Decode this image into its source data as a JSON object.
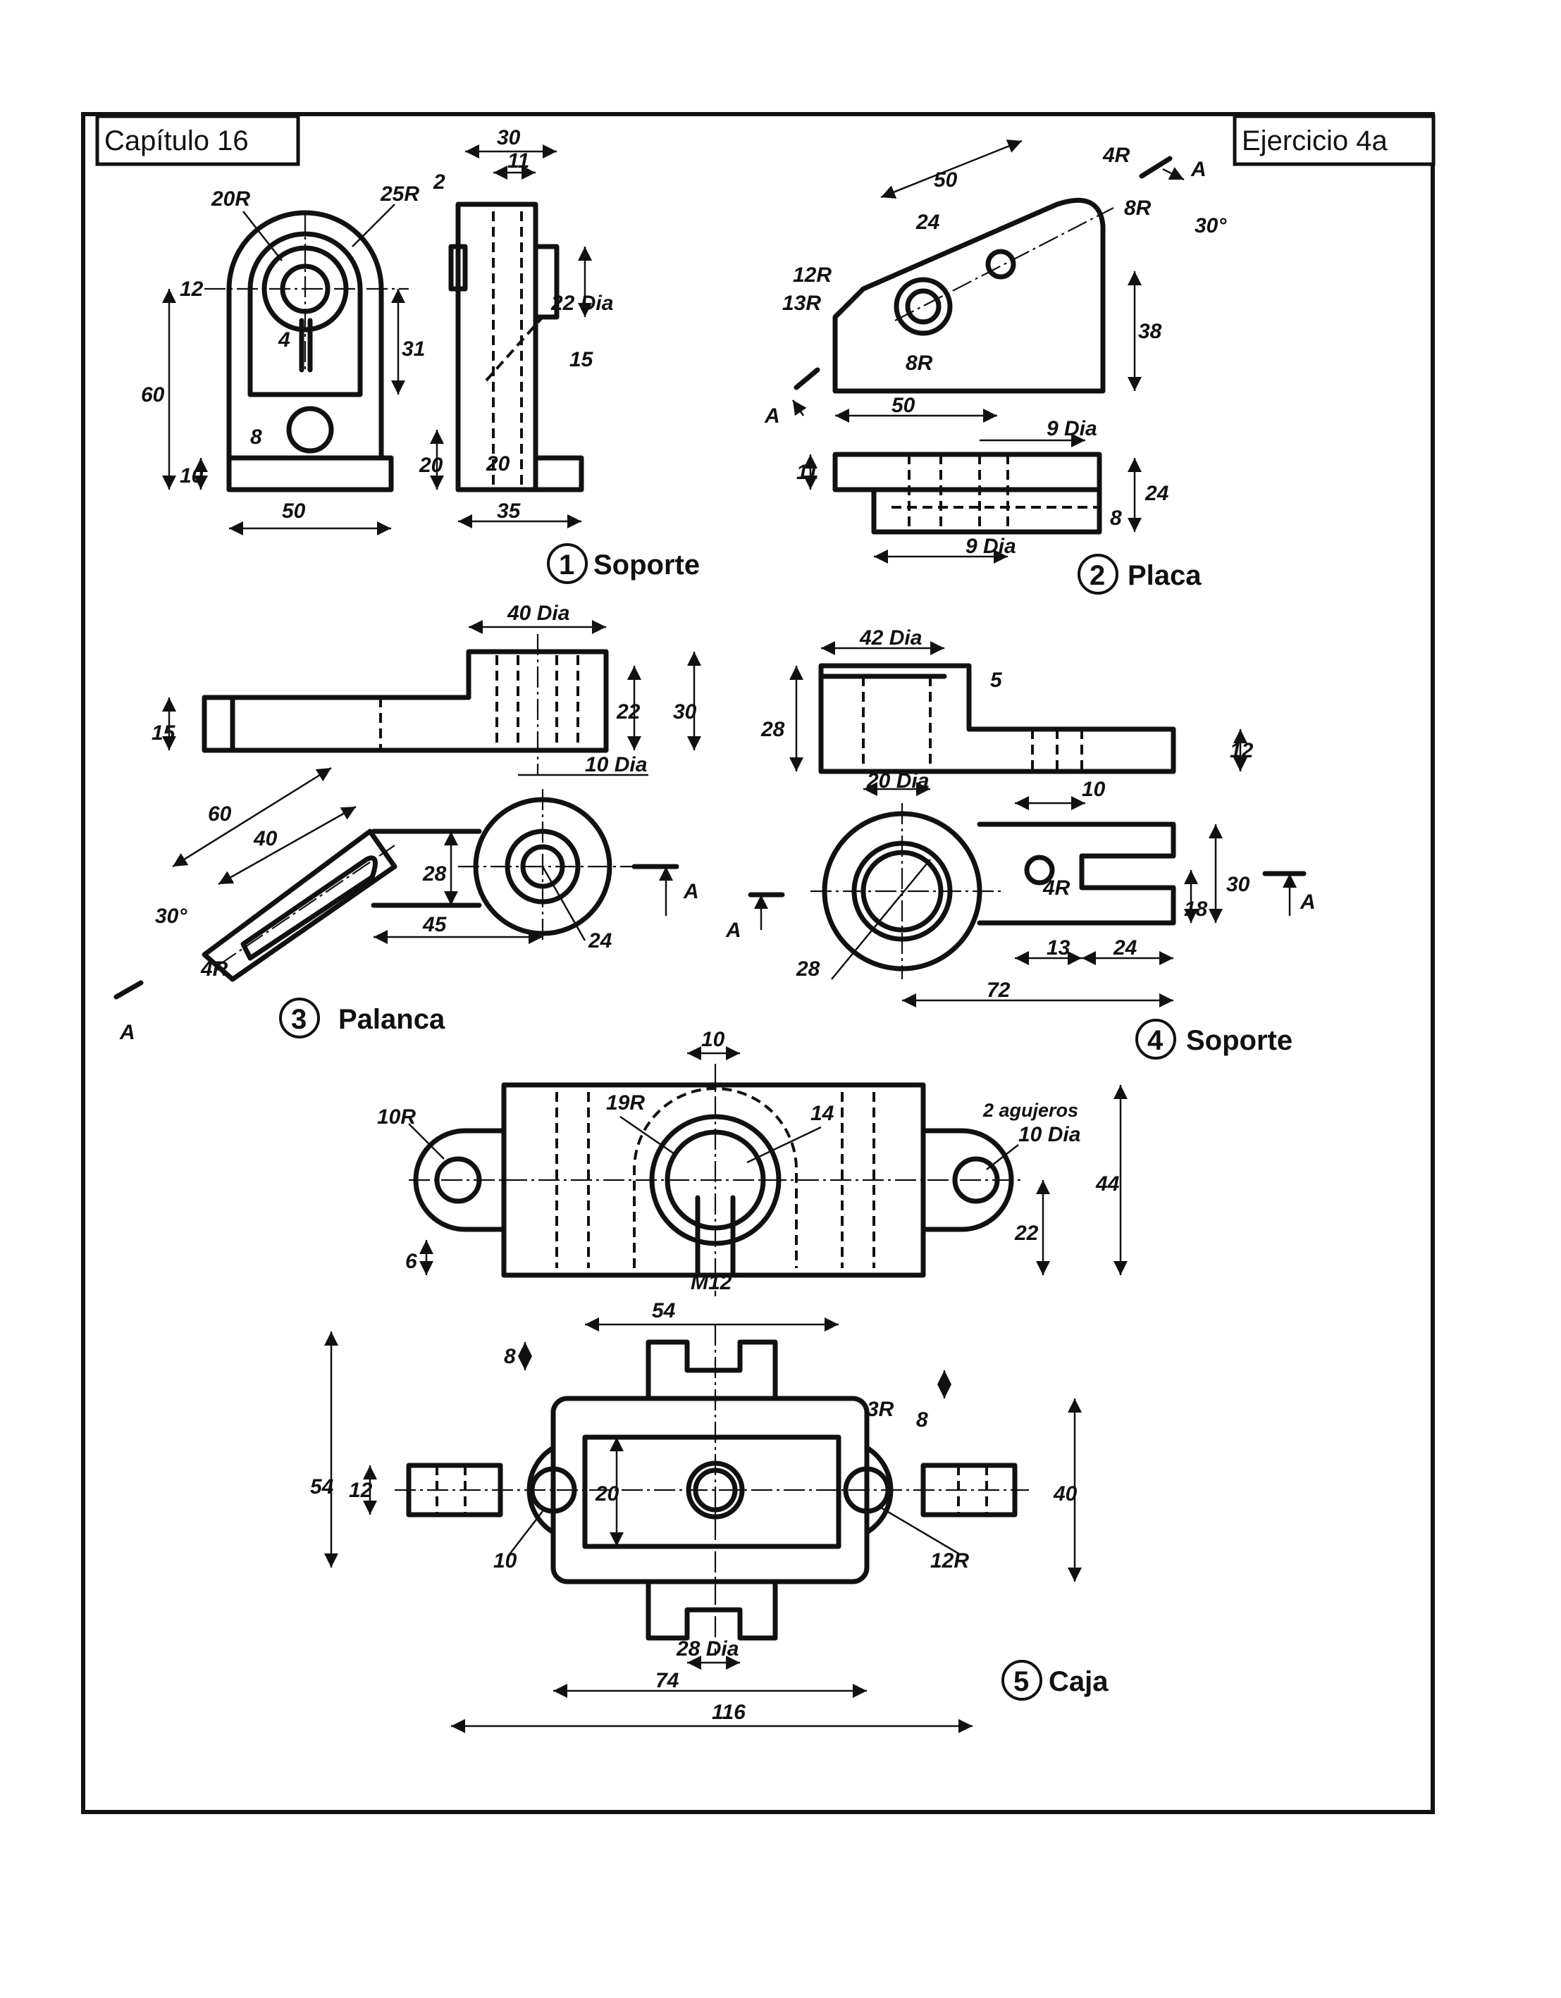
{
  "header": {
    "chapter": "Capítulo 16",
    "exercise": "Ejercicio 4a"
  },
  "parts": [
    {
      "number": "1",
      "name": "Soporte",
      "dims": [
        "30",
        "11",
        "2",
        "20R",
        "25R",
        "12",
        "22 Dia",
        "60",
        "31",
        "15",
        "4",
        "8",
        "10",
        "20",
        "20",
        "50",
        "35"
      ]
    },
    {
      "number": "2",
      "name": "Placa",
      "dims": [
        "50",
        "4R",
        "8R",
        "24",
        "30°",
        "12R",
        "13R",
        "38",
        "8R",
        "50",
        "9 Dia",
        "11",
        "24",
        "8",
        "9 Dia"
      ],
      "section": "A"
    },
    {
      "number": "3",
      "name": "Palanca",
      "dims": [
        "40 Dia",
        "22",
        "30",
        "15",
        "10 Dia",
        "60",
        "40",
        "28",
        "30°",
        "45",
        "24",
        "4R"
      ],
      "section": "A"
    },
    {
      "number": "4",
      "name": "Soporte",
      "dims": [
        "42 Dia",
        "5",
        "28",
        "12",
        "20 Dia",
        "10",
        "30",
        "18",
        "4R",
        "13",
        "24",
        "28",
        "72"
      ],
      "section": "A"
    },
    {
      "number": "5",
      "name": "Caja",
      "dims": [
        "10",
        "10R",
        "19R",
        "14",
        "2 agujeros",
        "10 Dia",
        "44",
        "22",
        "6",
        "M12",
        "54",
        "8",
        "3R",
        "8",
        "54",
        "12",
        "20",
        "40",
        "10",
        "12R",
        "28 Dia",
        "74",
        "116"
      ]
    }
  ]
}
